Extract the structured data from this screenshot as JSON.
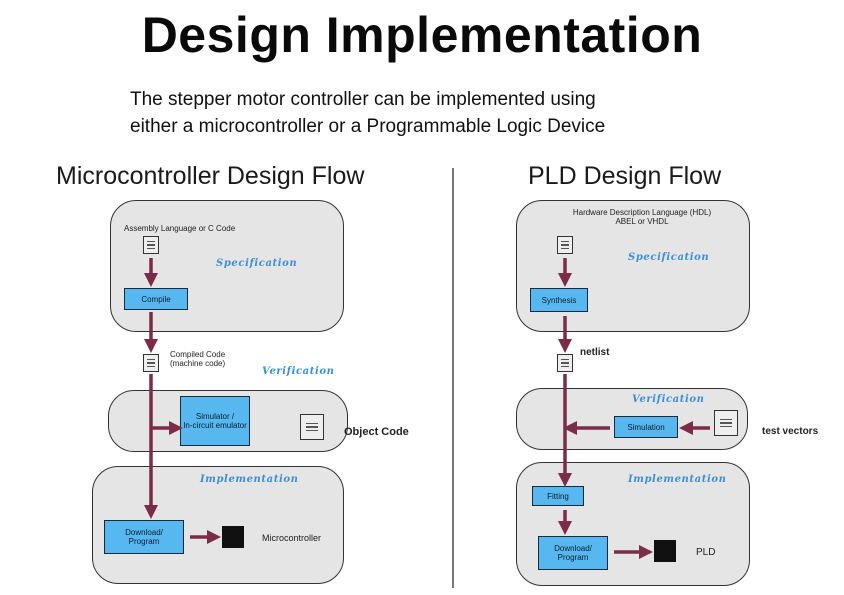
{
  "title": "Design Implementation",
  "subtitle": {
    "line1": "The stepper motor controller can be implemented using",
    "line2": "either a microcontroller or a Programmable Logic Device"
  },
  "left_flow": {
    "heading": "Microcontroller Design Flow",
    "source_label": "Assembly Language or C Code",
    "specification_label": "Specification",
    "compile_label": "Compile",
    "compiled_code_line1": "Compiled Code",
    "compiled_code_line2": "(machine code)",
    "verification_label": "Verification",
    "simulator_label_line1": "Simulator /",
    "simulator_label_line2": "In-circuit emulator",
    "object_code_label": "Object Code",
    "implementation_label": "Implementation",
    "download_label_line1": "Download/",
    "download_label_line2": "Program",
    "target_label": "Microcontroller"
  },
  "right_flow": {
    "heading": "PLD Design Flow",
    "source_label_line1": "Hardware Description Language (HDL)",
    "source_label_line2": "ABEL or VHDL",
    "specification_label": "Specification",
    "synthesis_label": "Synthesis",
    "netlist_label": "netlist",
    "verification_label": "Verification",
    "simulation_label": "Simulation",
    "test_vectors_label": "test vectors",
    "implementation_label": "Implementation",
    "fitting_label": "Fitting",
    "download_label_line1": "Download/",
    "download_label_line2": "Program",
    "target_label": "PLD"
  },
  "colors": {
    "process_box": "#56b8ee",
    "stage_label": "#3b8fd6",
    "arrow": "#7a2c48",
    "panel": "#e5e5e5"
  }
}
